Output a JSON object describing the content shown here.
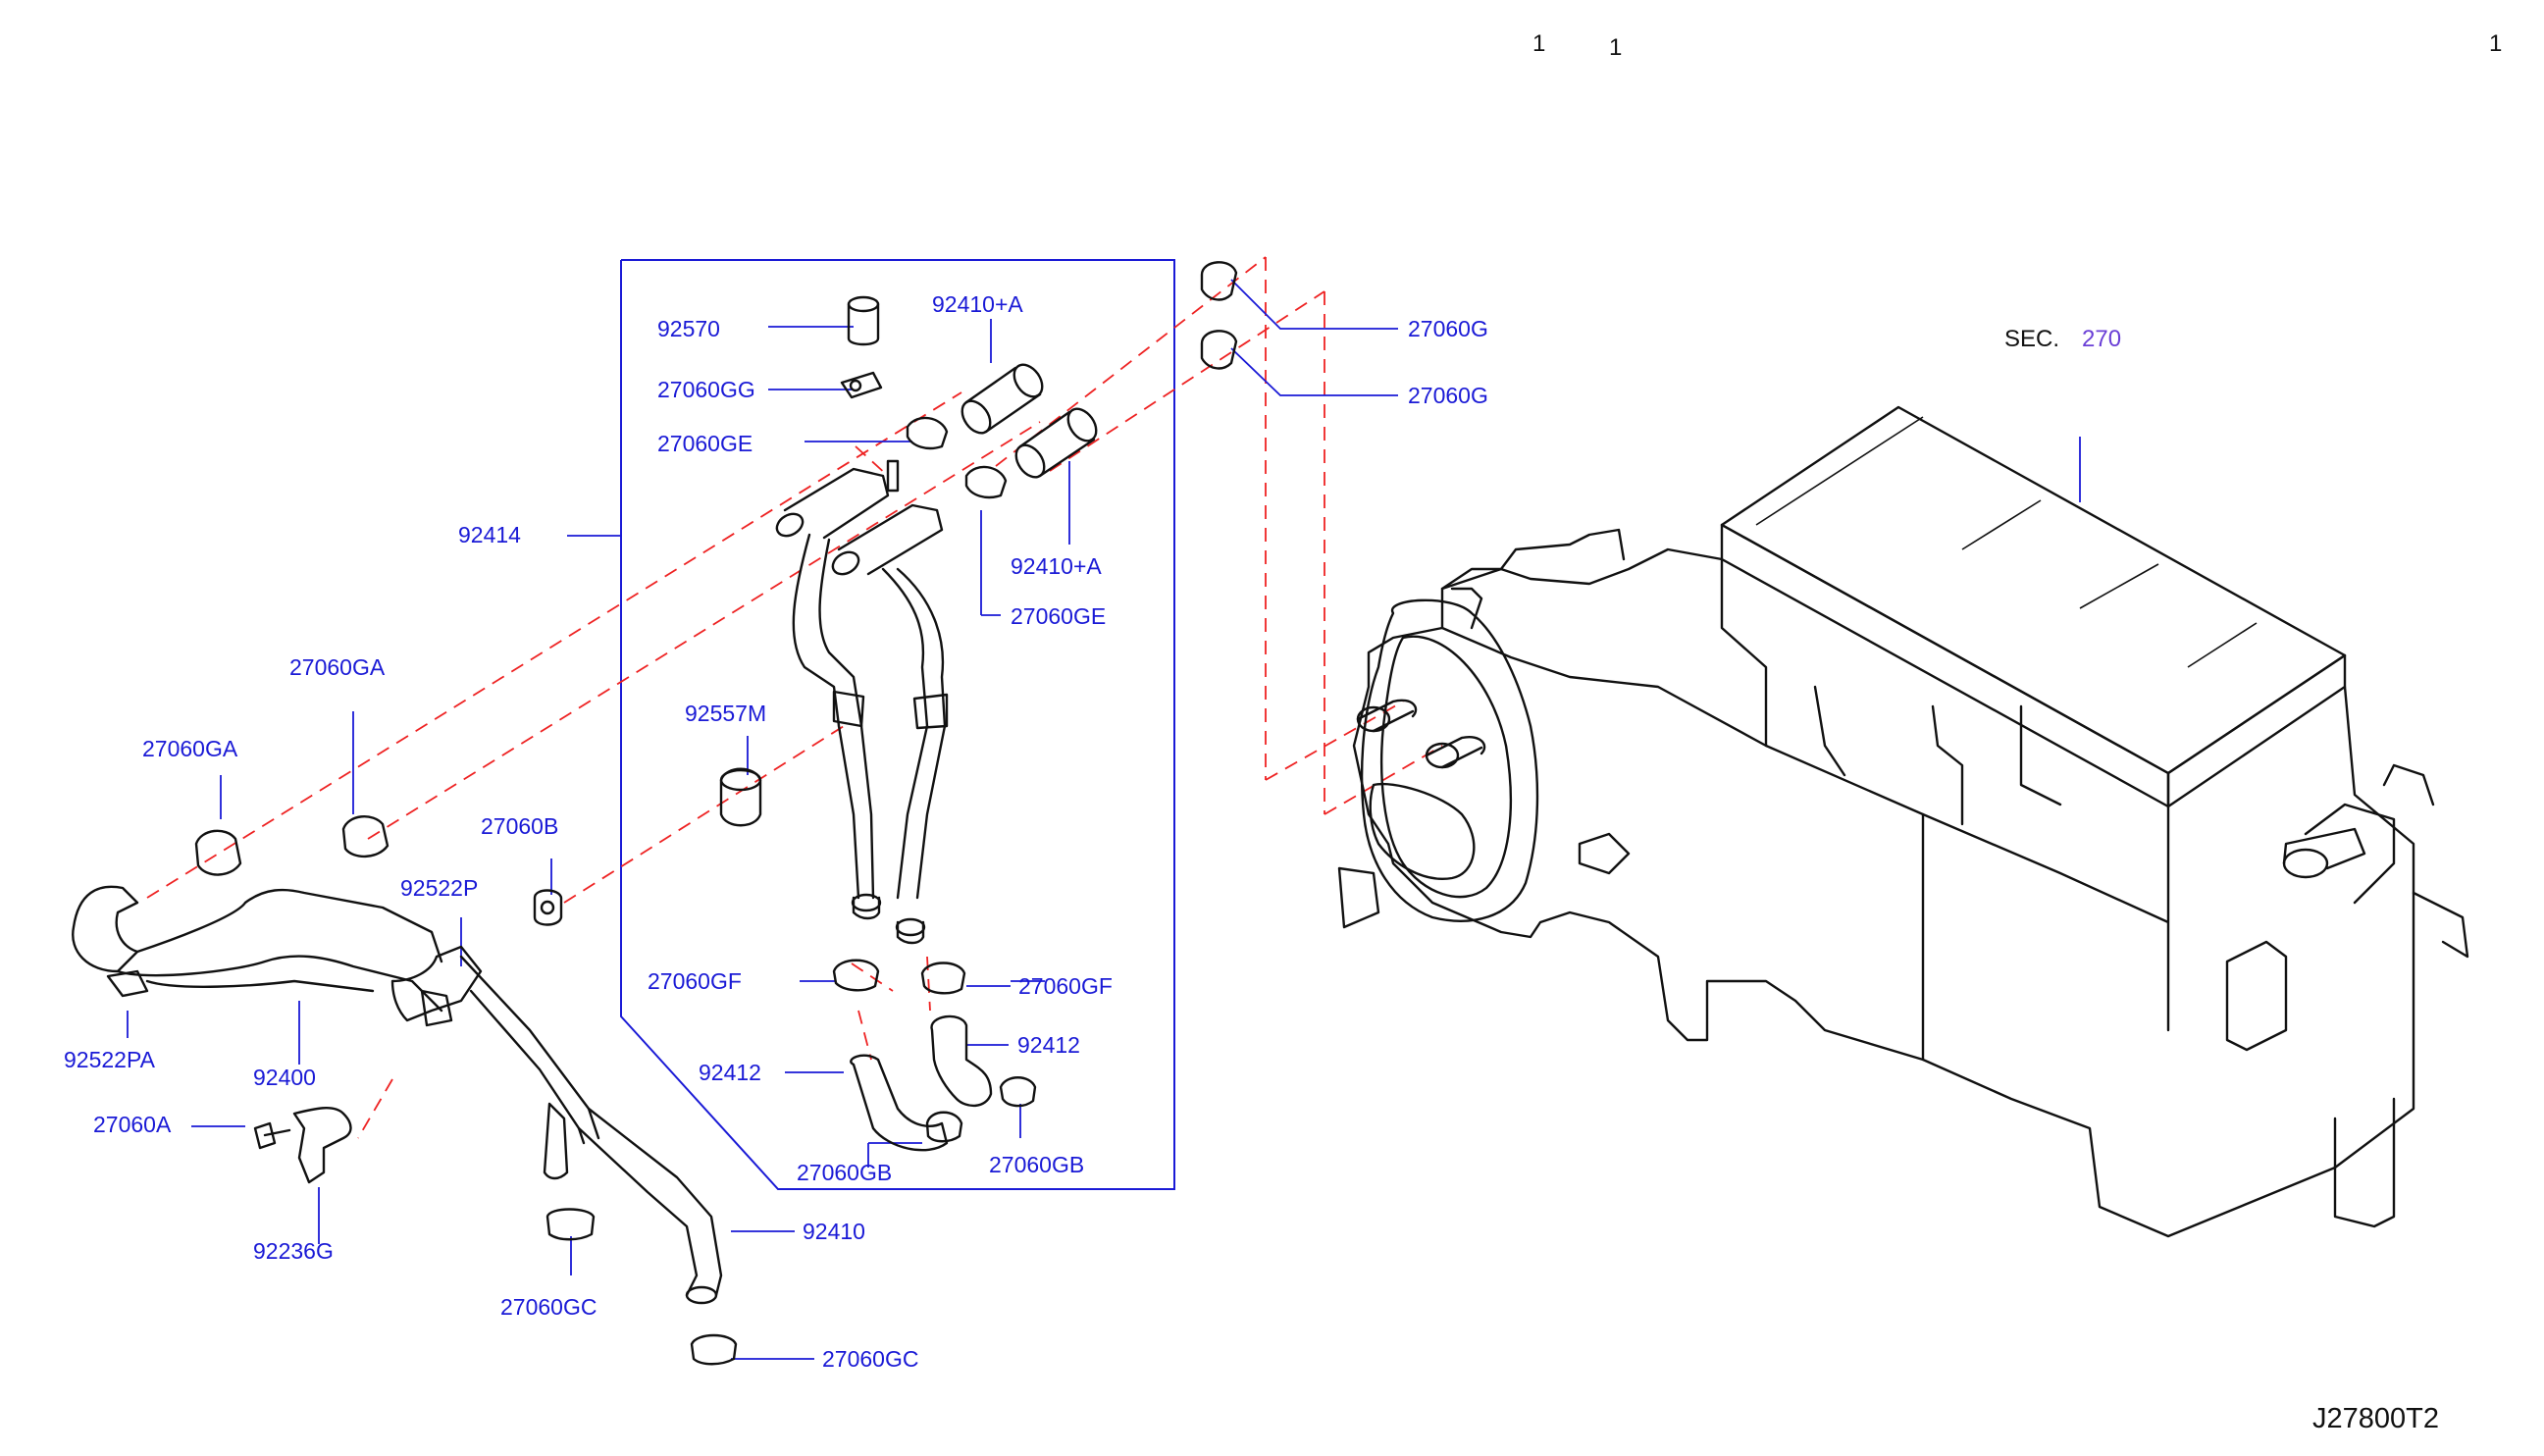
{
  "page_numbers": [
    "1",
    "1",
    "1"
  ],
  "drawing_code": "J27800T2",
  "section_ref": {
    "prefix": "SEC.",
    "number": "270"
  },
  "labels": {
    "p92570": "92570",
    "p92410A_top": "92410+A",
    "p27060GG": "27060GG",
    "p27060GE_top": "27060GE",
    "p92414": "92414",
    "p92410A_mid": "92410+A",
    "p27060GE_mid": "27060GE",
    "p92557M": "92557M",
    "p27060B": "27060B",
    "p27060GF_left": "27060GF",
    "p27060GF_right": "27060GF",
    "p92412_left": "92412",
    "p92412_right": "92412",
    "p27060GB_left": "27060GB",
    "p27060GB_right": "27060GB",
    "p27060G_top": "27060G",
    "p27060G_bot": "27060G",
    "p27060GA_upper": "27060GA",
    "p27060GA_lower": "27060GA",
    "p92522P": "92522P",
    "p92522PA": "92522PA",
    "p92400": "92400",
    "p27060A": "27060A",
    "p92236G": "92236G",
    "p92410": "92410",
    "p27060GC_left": "27060GC",
    "p27060GC_right": "27060GC"
  }
}
